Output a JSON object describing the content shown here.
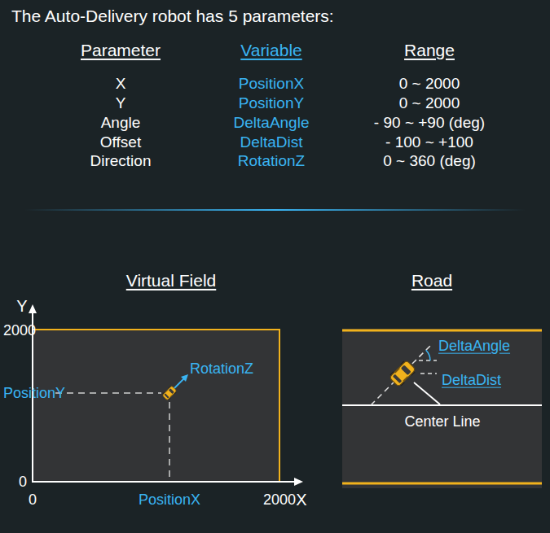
{
  "diagram": {
    "title": "The Auto-Delivery robot has 5 parameters:",
    "nodes": [
      {
        "text": [
          "Virtual Field",
          "RotationZ"
        ]
      },
      {
        "text": [
          "Road",
          "DeltaAngle",
          "DeltaDist",
          "Center Line"
        ]
      }
    ],
    "labels": [
      "Parameter",
      "Variable",
      "Range",
      "X",
      "PositionX",
      "0 ~ 2000",
      "Y",
      "PositionY",
      "0 ~ 2000",
      "Angle",
      "DeltaAngle",
      "- 90 ~ +90 (deg)",
      "Offset",
      "DeltaDist",
      "- 100 ~ +100",
      "Direction",
      "RotationZ",
      "0 ~ 360 (deg)",
      "Y",
      "2000",
      "PositionY",
      "0",
      "0",
      "PositionX",
      "2000",
      "X"
    ]
  }
}
